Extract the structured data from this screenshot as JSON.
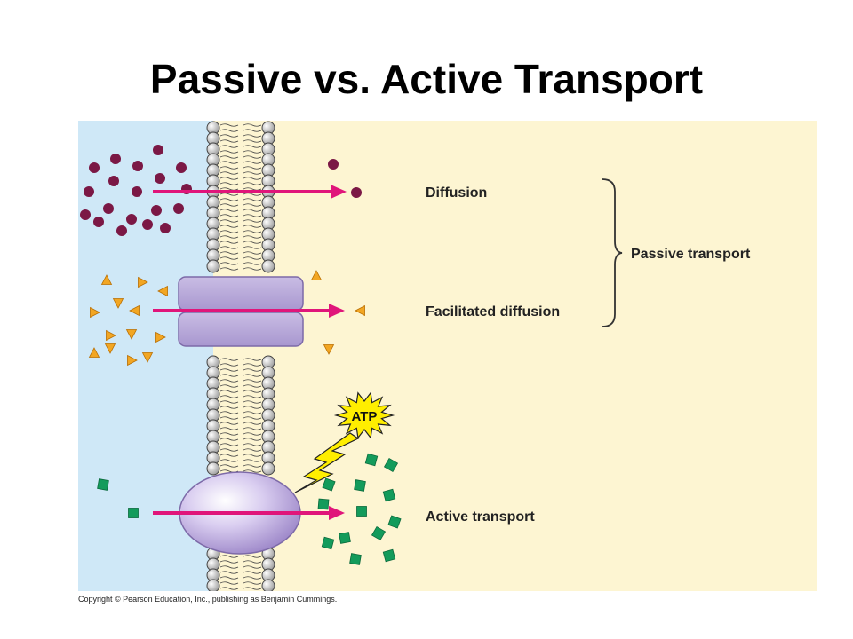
{
  "title": "Passive vs. Active Transport",
  "labels": {
    "diffusion": "Diffusion",
    "facilitated": "Facilitated diffusion",
    "active": "Active transport",
    "passive": "Passive transport",
    "atp": "ATP"
  },
  "copyright": "Copyright © Pearson Education, Inc., publishing as Benjamin Cummings.",
  "colors": {
    "left_region": "#cfe8f7",
    "right_region": "#fdf5d2",
    "arrow": "#e0157a",
    "particle_circle": "#7b1845",
    "particle_triangle": "#f2a623",
    "particle_square": "#139b5b",
    "channel_protein": "#b5a6d6",
    "carrier_protein": "#c8b5e6",
    "atp_burst": "#ffee00"
  }
}
